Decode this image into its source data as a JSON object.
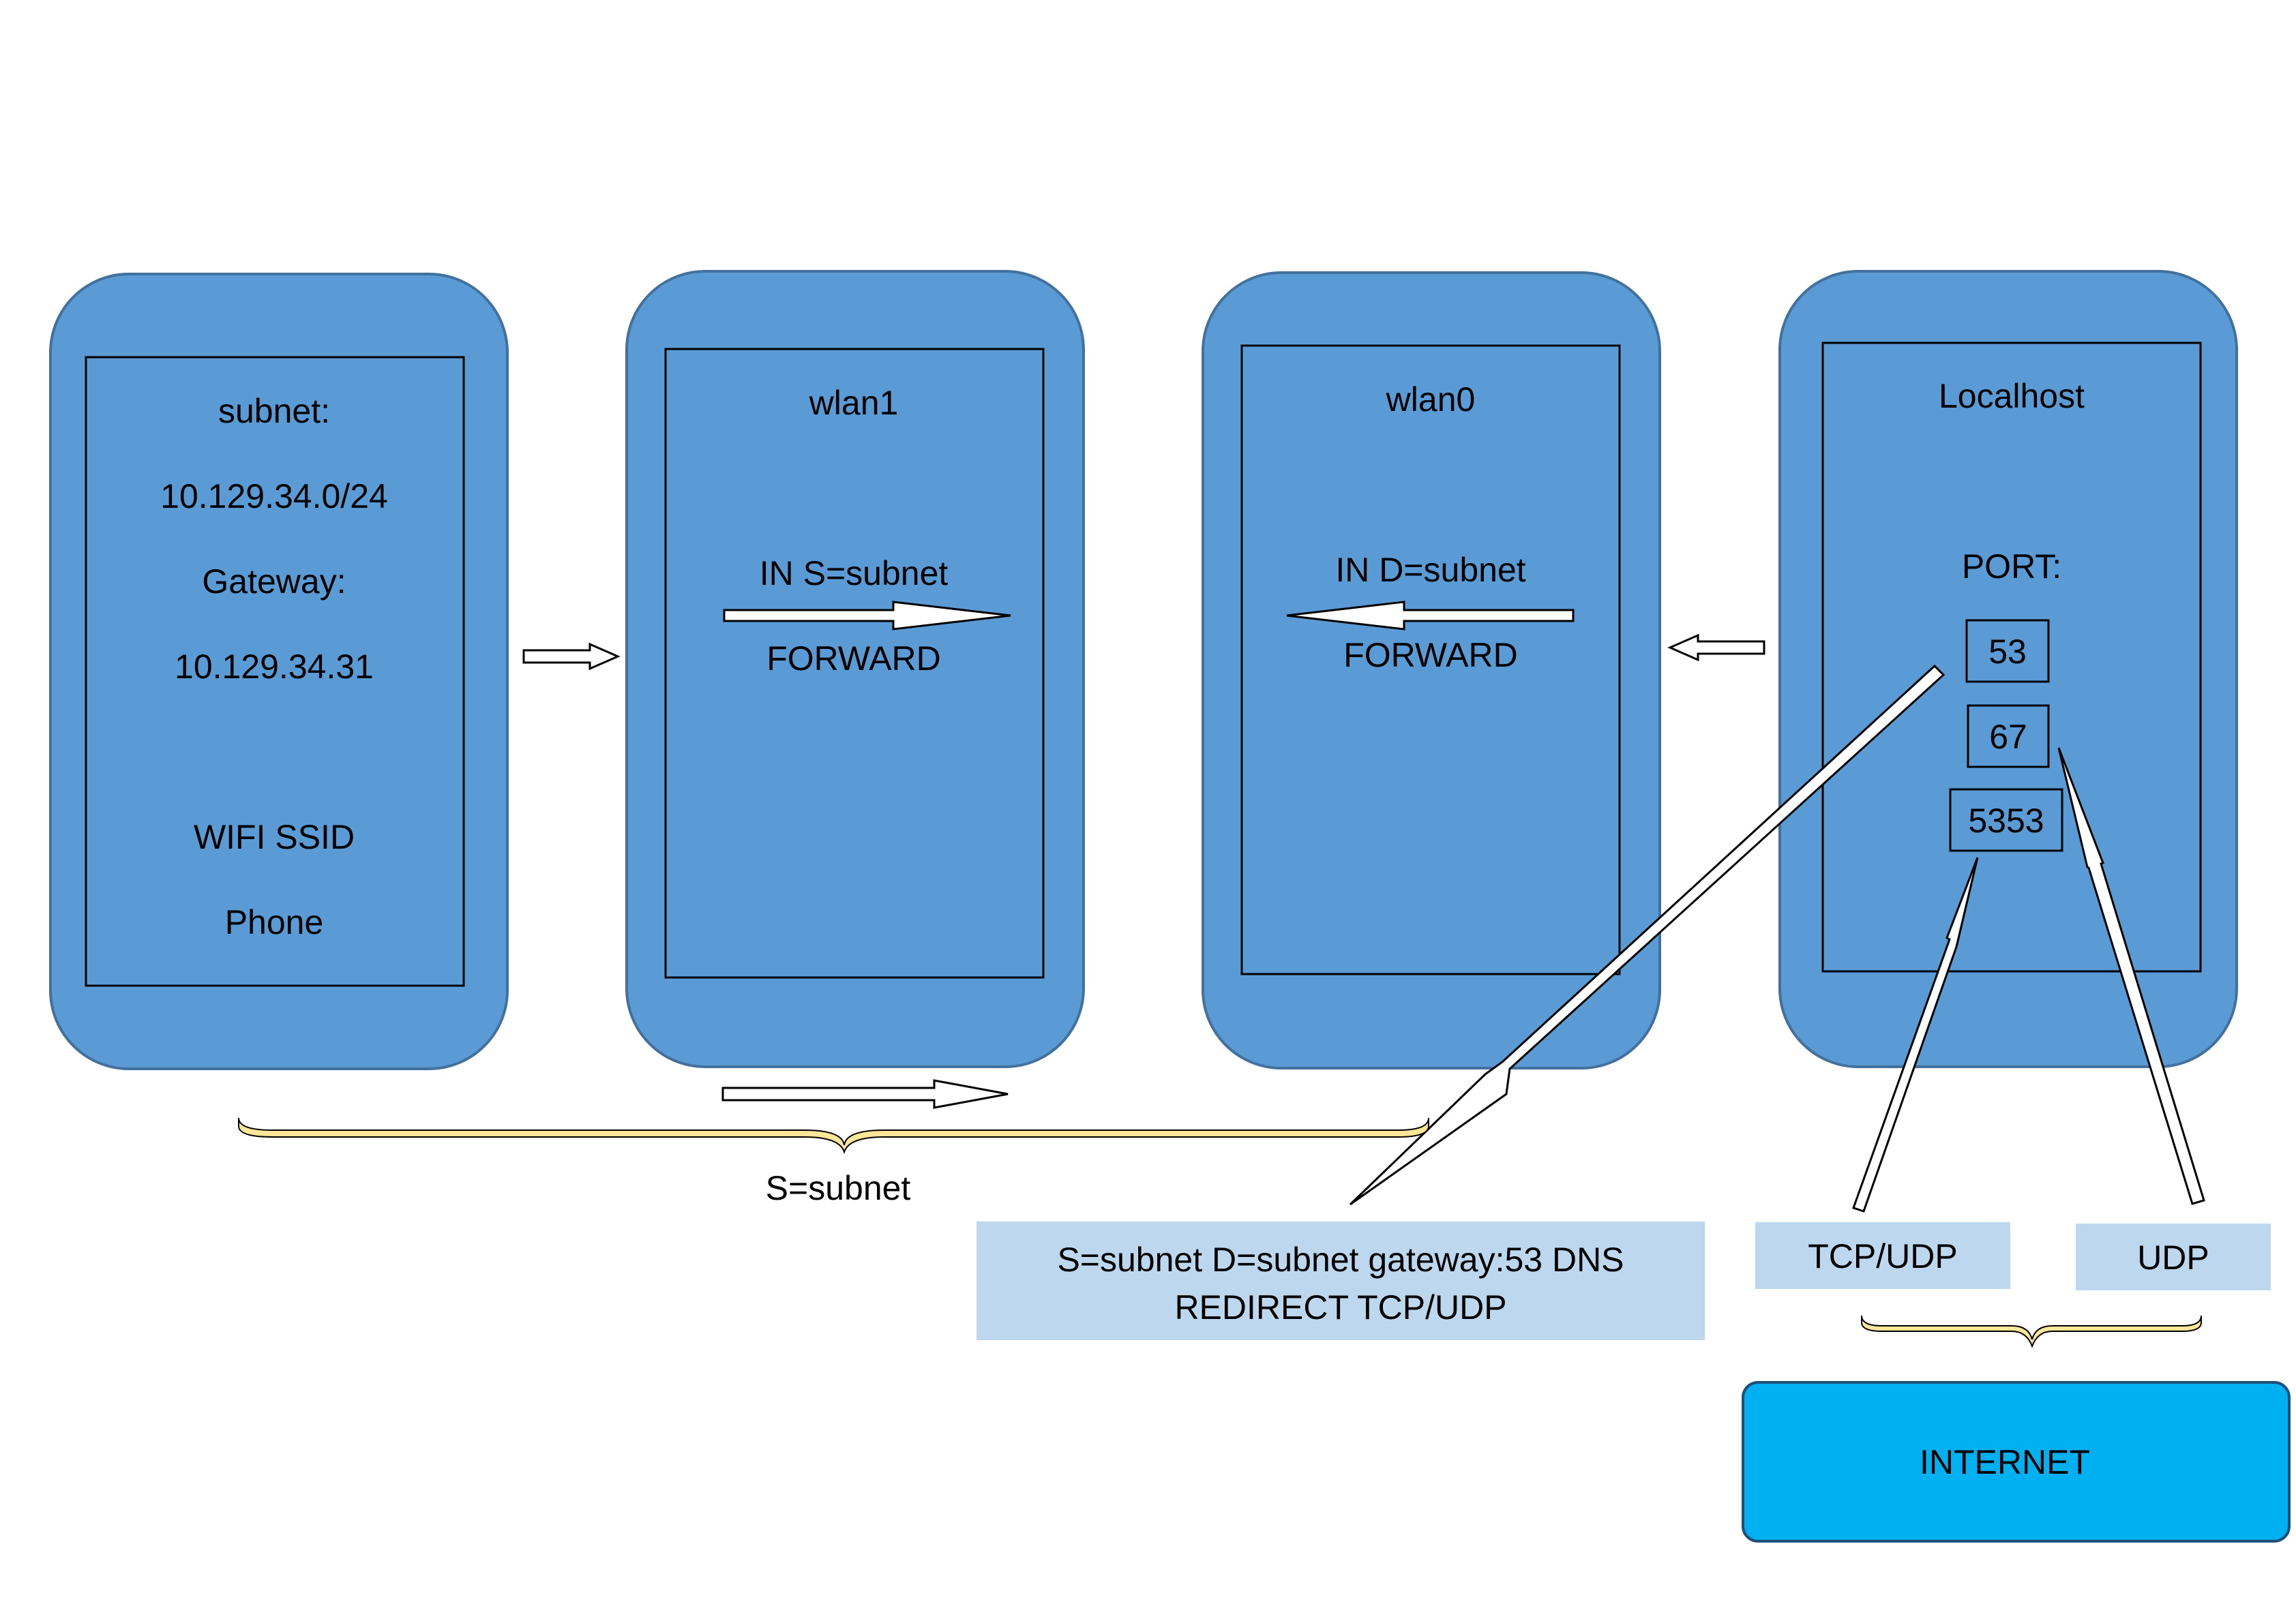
{
  "colors": {
    "device_fill": "#5b9bd5",
    "device_stroke": "#41719c",
    "inner_box_stroke": "#000000",
    "brace": "#ffe699",
    "label_box": "#bdd7ee",
    "internet_fill": "#00b0f0",
    "internet_stroke": "#1f4e79",
    "arrow_fill": "#ffffff",
    "arrow_stroke": "#000000"
  },
  "client": {
    "lines": [
      "subnet:",
      "10.129.34.0/24",
      "Gateway:",
      "10.129.34.31",
      "WIFI SSID",
      "Phone"
    ]
  },
  "wlan1": {
    "title": "wlan1",
    "rule": "IN S=subnet",
    "action": "FORWARD"
  },
  "wlan0": {
    "title": "wlan0",
    "rule": "IN D=subnet",
    "action": "FORWARD"
  },
  "localhost": {
    "title": "Localhost",
    "port_label": "PORT:",
    "ports": [
      "53",
      "67",
      "5353"
    ]
  },
  "brace_label": "S=subnet",
  "dns_rule": {
    "line1": "S=subnet D=subnet gateway:53 DNS",
    "line2": "REDIRECT TCP/UDP"
  },
  "tcp_udp_label": "TCP/UDP",
  "udp_label": "UDP",
  "internet_label": "INTERNET"
}
